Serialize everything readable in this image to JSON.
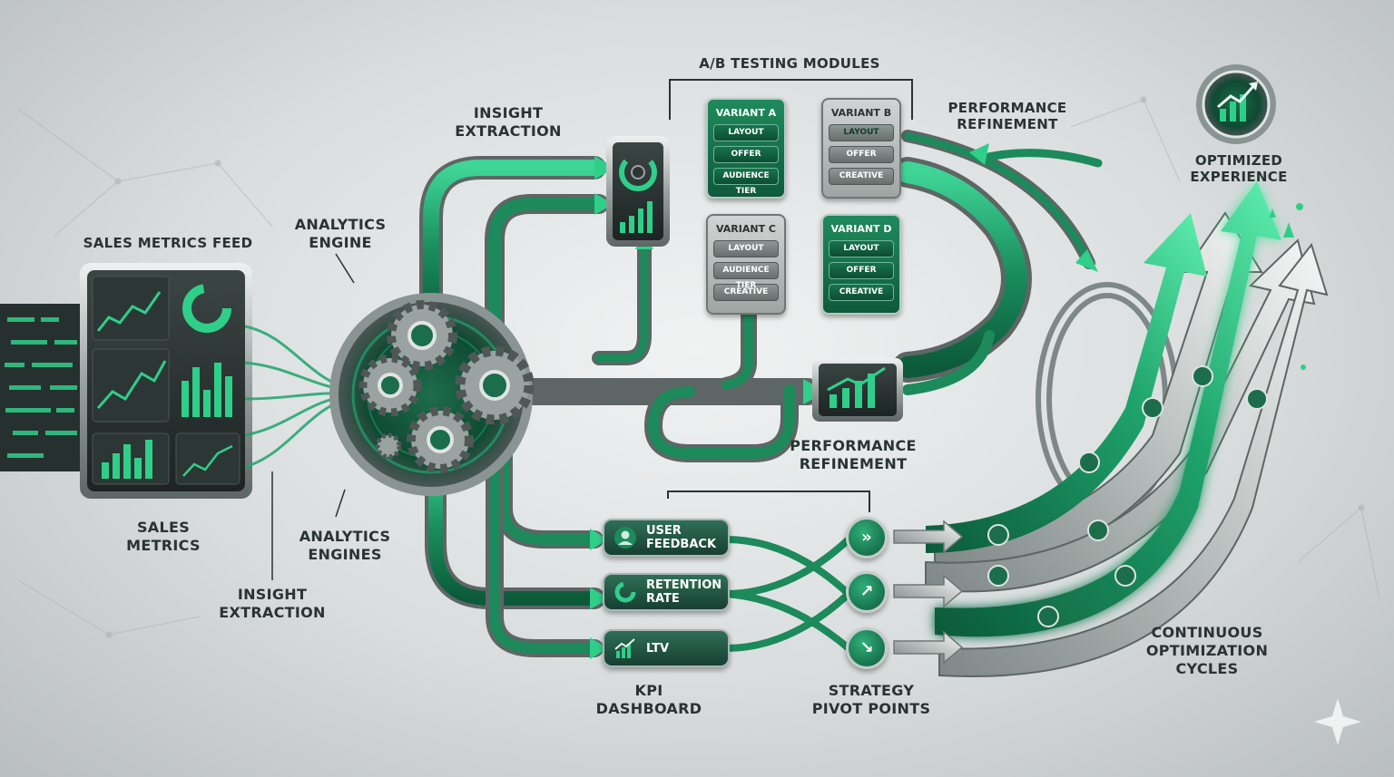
{
  "labels": {
    "sales_metrics_feed": "SALES METRICS FEED",
    "analytics_engine_top": [
      "ANALYTICS",
      "ENGINE"
    ],
    "insight_extraction_top": [
      "INSIGHT",
      "EXTRACTION"
    ],
    "ab_testing_modules": "A/B TESTING MODULES",
    "performance_refinement_top": [
      "PERFORMANCE",
      "REFINEMENT"
    ],
    "optimized_experience": [
      "OPTIMIZED",
      "EXPERIENCE"
    ],
    "performance_refinement_mid": [
      "PERFORMANCE",
      "REFINEMENT"
    ],
    "sales_metrics": [
      "SALES",
      "METRICS"
    ],
    "analytics_engines": [
      "ANALYTICS",
      "ENGINES"
    ],
    "insight_extraction_bottom": [
      "INSIGHT",
      "EXTRACTION"
    ],
    "kpi_dashboard": [
      "KPI",
      "DASHBOARD"
    ],
    "strategy_pivot_points": [
      "STRATEGY",
      "PIVOT POINTS"
    ],
    "continuous_optimization_cycles": [
      "CONTINUOUS",
      "OPTIMIZATION",
      "CYCLES"
    ]
  },
  "variants": {
    "a": {
      "title": "VARIANT A",
      "items": [
        "LAYOUT",
        "OFFER",
        "AUDIENCE TIER"
      ]
    },
    "b": {
      "title": "VARIANT B",
      "items": [
        "LAYOUT",
        "OFFER",
        "CREATIVE"
      ]
    },
    "c": {
      "title": "VARIANT C",
      "items": [
        "LAYOUT",
        "AUDIENCE TIER",
        "CREATIVE"
      ]
    },
    "d": {
      "title": "VARIANT D",
      "items": [
        "LAYOUT",
        "OFFER",
        "CREATIVE"
      ]
    }
  },
  "kpis": {
    "user_feedback": [
      "USER",
      "FEEDBACK"
    ],
    "retention_rate": [
      "RETENTION",
      "RATE"
    ],
    "ltv": [
      "LTV"
    ]
  },
  "pivot_badges": [
    "»",
    "↗",
    "↘"
  ],
  "icons": [
    "bar-chart-icon",
    "donut-chart-icon",
    "line-chart-icon",
    "gear-icon",
    "user-icon",
    "trend-up-icon",
    "star-icon",
    "sparkle-icon"
  ],
  "colors": {
    "accent": "#1fa46c",
    "dark": "#1f2a28",
    "metal": "#8a9492",
    "background": "#e6e9e9"
  }
}
